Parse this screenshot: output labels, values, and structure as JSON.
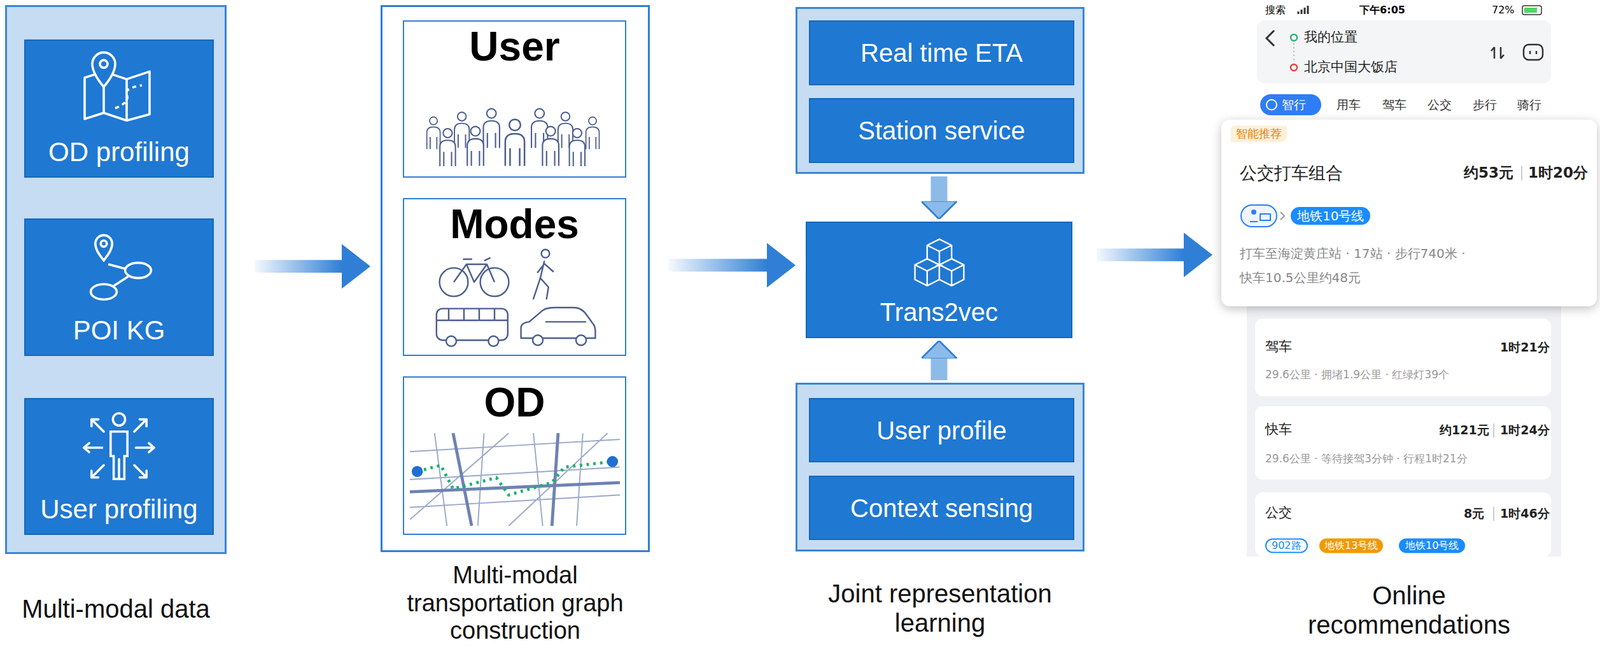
{
  "diagram": {
    "nodes": [
      {
        "text": [
          "Multi-modal data"
        ]
      },
      {
        "text": [
          "OD profiling"
        ],
        "in": 0
      },
      {
        "text": [
          "POI KG"
        ],
        "in": 0
      },
      {
        "text": [
          "User profiling"
        ],
        "in": 0
      },
      {
        "text": [
          "Multi-modal transportation graph construction"
        ]
      },
      {
        "text": [
          "User"
        ],
        "in": 4
      },
      {
        "text": [
          "Modes"
        ],
        "in": 4
      },
      {
        "text": [
          "OD"
        ],
        "in": 4
      },
      {
        "text": []
      },
      {
        "text": [
          "Real time ETA"
        ],
        "in": 8
      },
      {
        "text": [
          "Station service"
        ],
        "in": 8
      },
      {
        "text": [
          "Trans2vec"
        ]
      },
      {
        "text": [
          "Joint representation learning"
        ]
      },
      {
        "text": [
          "User profile"
        ],
        "in": 12
      },
      {
        "text": [
          "Context sensing"
        ],
        "in": 12
      },
      {
        "text": [
          "Online recommendations"
        ]
      }
    ],
    "edges": [
      {
        "from": 0,
        "to": 4,
        "arrow": "to"
      },
      {
        "from": 4,
        "to": 11,
        "arrow": "to"
      },
      {
        "from": 8,
        "to": 11,
        "arrow": "to"
      },
      {
        "from": 12,
        "to": 11,
        "arrow": "to"
      },
      {
        "from": 11,
        "to": 15,
        "arrow": "to"
      }
    ],
    "labels": [
      "搜索",
      "下午6:05",
      "72%",
      "我的位置",
      "北京中国大饭店",
      "智行",
      "用车",
      "驾车",
      "公交",
      "步行",
      "骑行",
      "智能推荐",
      "公交打车组合",
      "约53元",
      "1时20分",
      "地铁10号线",
      "打车至海淀黄庄站 · 17站 · 步行740米 ·",
      "快车10.5公里约48元",
      "驾车",
      "1时21分",
      "29.6公里 · 拥堵1.9公里 · 红绿灯39个",
      "快车",
      "约121元",
      "1时24分",
      "29.6公里 · 等待接驾3分钟 · 行程1时21分",
      "公交",
      "8元",
      "1时46分",
      "902路",
      "地铁13号线",
      "地铁10号线"
    ]
  }
}
